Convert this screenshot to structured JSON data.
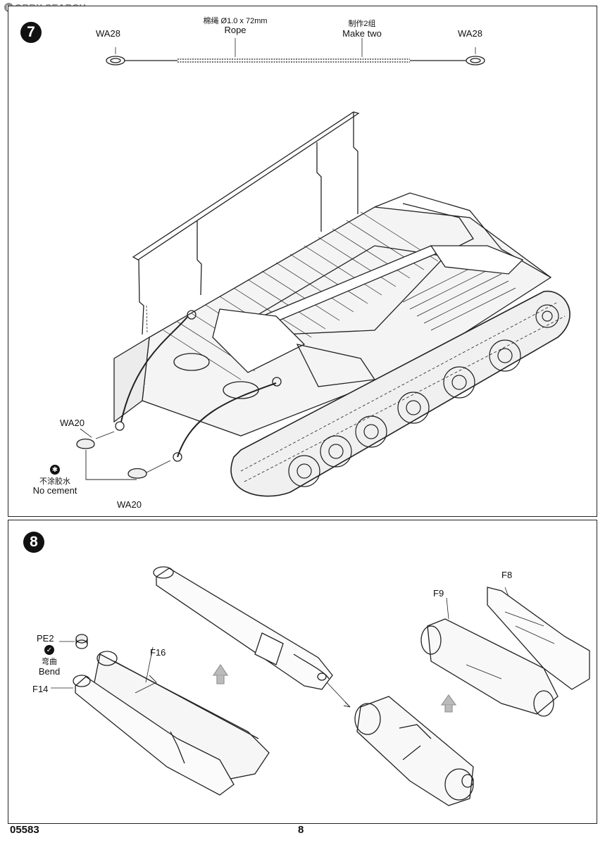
{
  "watermark": {
    "prefix": "H",
    "text": "OBBY SEARCH"
  },
  "step7": {
    "number": "7",
    "rope_cn": "棉绳 Ø1.0 x 72mm",
    "rope_en": "Rope",
    "make_cn": "制作2组",
    "make_en": "Make two",
    "part_wa28_left": "WA28",
    "part_wa28_right": "WA28",
    "part_wa20_top": "WA20",
    "part_wa20_bottom": "WA20",
    "nocement_cn": "不涂胶水",
    "nocement_en": "No cement",
    "nocement_icon": "✱"
  },
  "step8": {
    "number": "8",
    "part_pe2": "PE2",
    "bend_cn": "弯曲",
    "bend_en": "Bend",
    "bend_icon": "✓",
    "part_f14": "F14",
    "part_f16": "F16",
    "part_f9": "F9",
    "part_f8": "F8"
  },
  "footer": {
    "code": "05583",
    "page": "8"
  }
}
